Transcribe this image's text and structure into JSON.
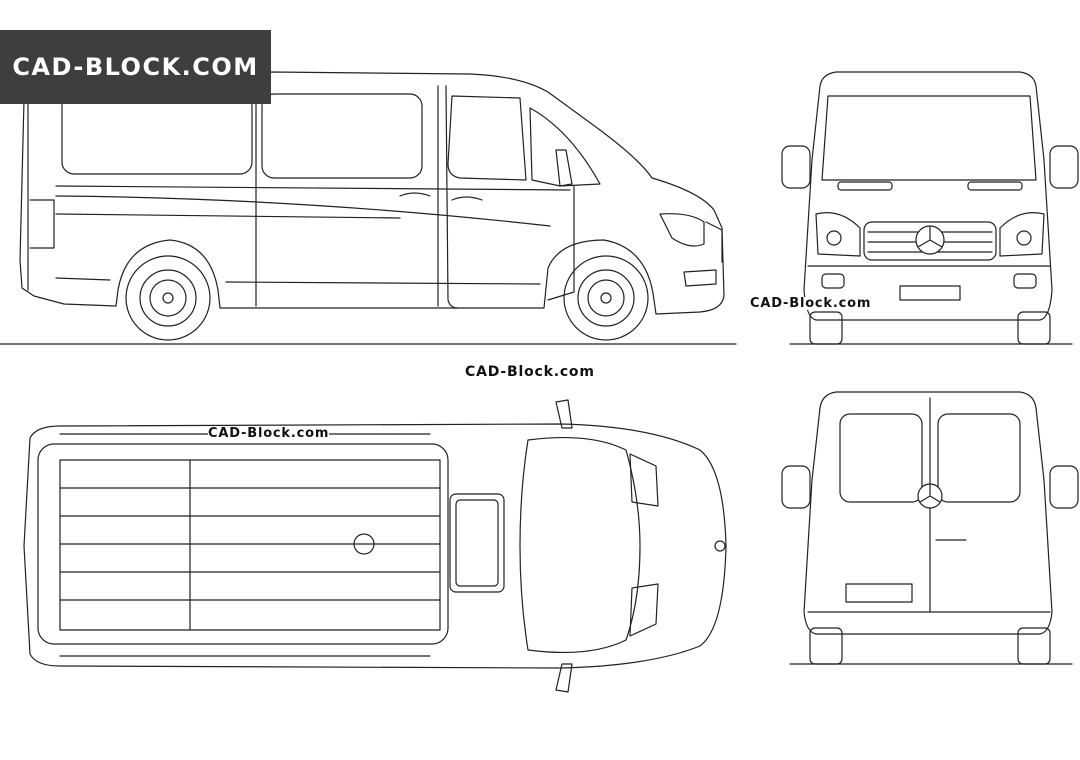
{
  "logo": {
    "text": "CAD-BLOCK.COM"
  },
  "watermarks": {
    "front_view": "CAD-Block.com",
    "center": "CAD-Block.com",
    "top_view": "CAD-Block.com"
  },
  "colors": {
    "line": "#222222",
    "banner_bg": "#3e3e3e",
    "banner_text": "#ffffff",
    "background": "#ffffff"
  },
  "views": [
    "side-view",
    "front-view",
    "top-view",
    "rear-view"
  ],
  "icons": [
    "mercedes-star-icon",
    "wheel-icon"
  ]
}
